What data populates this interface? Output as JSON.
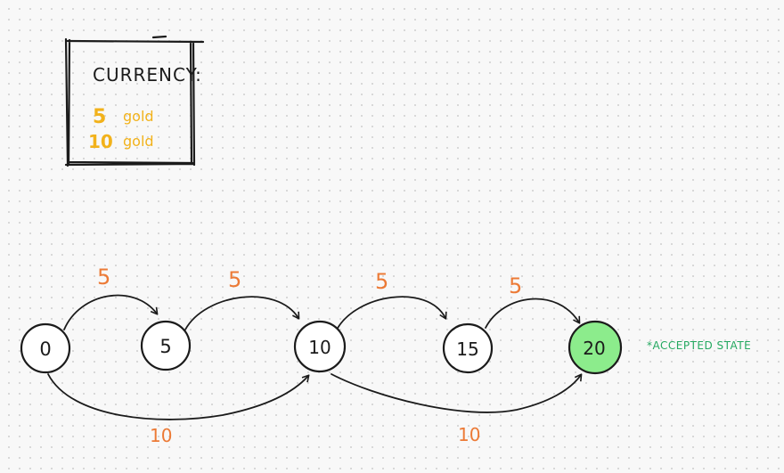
{
  "legend": {
    "title": "CURRENCY:",
    "items": [
      {
        "value": "5",
        "unit": "gold"
      },
      {
        "value": "10",
        "unit": "gold"
      }
    ]
  },
  "states": [
    {
      "id": "s0",
      "label": "0",
      "accepted": false
    },
    {
      "id": "s5",
      "label": "5",
      "accepted": false
    },
    {
      "id": "s10",
      "label": "10",
      "accepted": false
    },
    {
      "id": "s15",
      "label": "15",
      "accepted": false
    },
    {
      "id": "s20",
      "label": "20",
      "accepted": true
    }
  ],
  "transitions": [
    {
      "from": "0",
      "to": "5",
      "label": "5"
    },
    {
      "from": "5",
      "to": "10",
      "label": "5"
    },
    {
      "from": "10",
      "to": "15",
      "label": "5"
    },
    {
      "from": "15",
      "to": "20",
      "label": "5"
    },
    {
      "from": "0",
      "to": "10",
      "label": "10"
    },
    {
      "from": "10",
      "to": "20",
      "label": "10"
    }
  ],
  "annotation": "*ACCEPTED STATE",
  "colors": {
    "ink": "#1b1b1b",
    "currency": "#f2b21b",
    "transition_label": "#ec7a36",
    "accepted_fill": "#8cec8c",
    "annotation": "#24a860",
    "background": "#f8f8f8"
  }
}
